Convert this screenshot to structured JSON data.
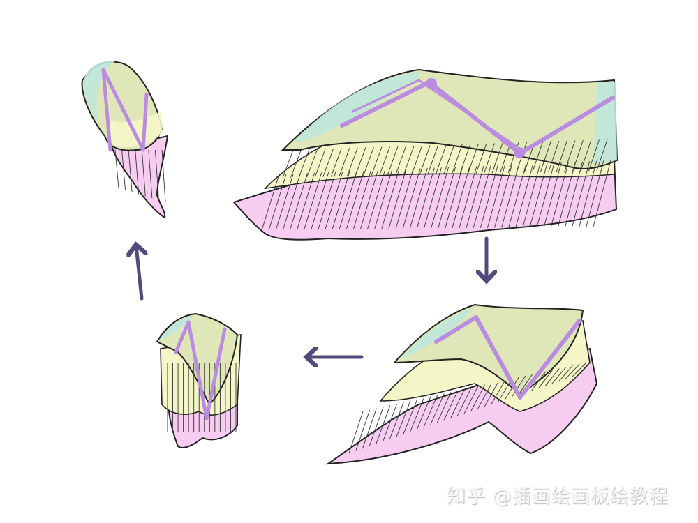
{
  "watermark": {
    "text": "知乎 @插画绘画板绘教程"
  },
  "colors": {
    "outline": "#222222",
    "primaries_pink": "#f6cdf1",
    "coverts_yellow": "#f5f6c8",
    "upper_green": "#dfe6b8",
    "edge_teal": "#bfe6dc",
    "skeleton_purple": "#b98ce0",
    "arrow": "#524a7d"
  },
  "sequence": [
    "wing-spread",
    "wing-half-folded",
    "wing-folded",
    "wing-fully-folded"
  ]
}
